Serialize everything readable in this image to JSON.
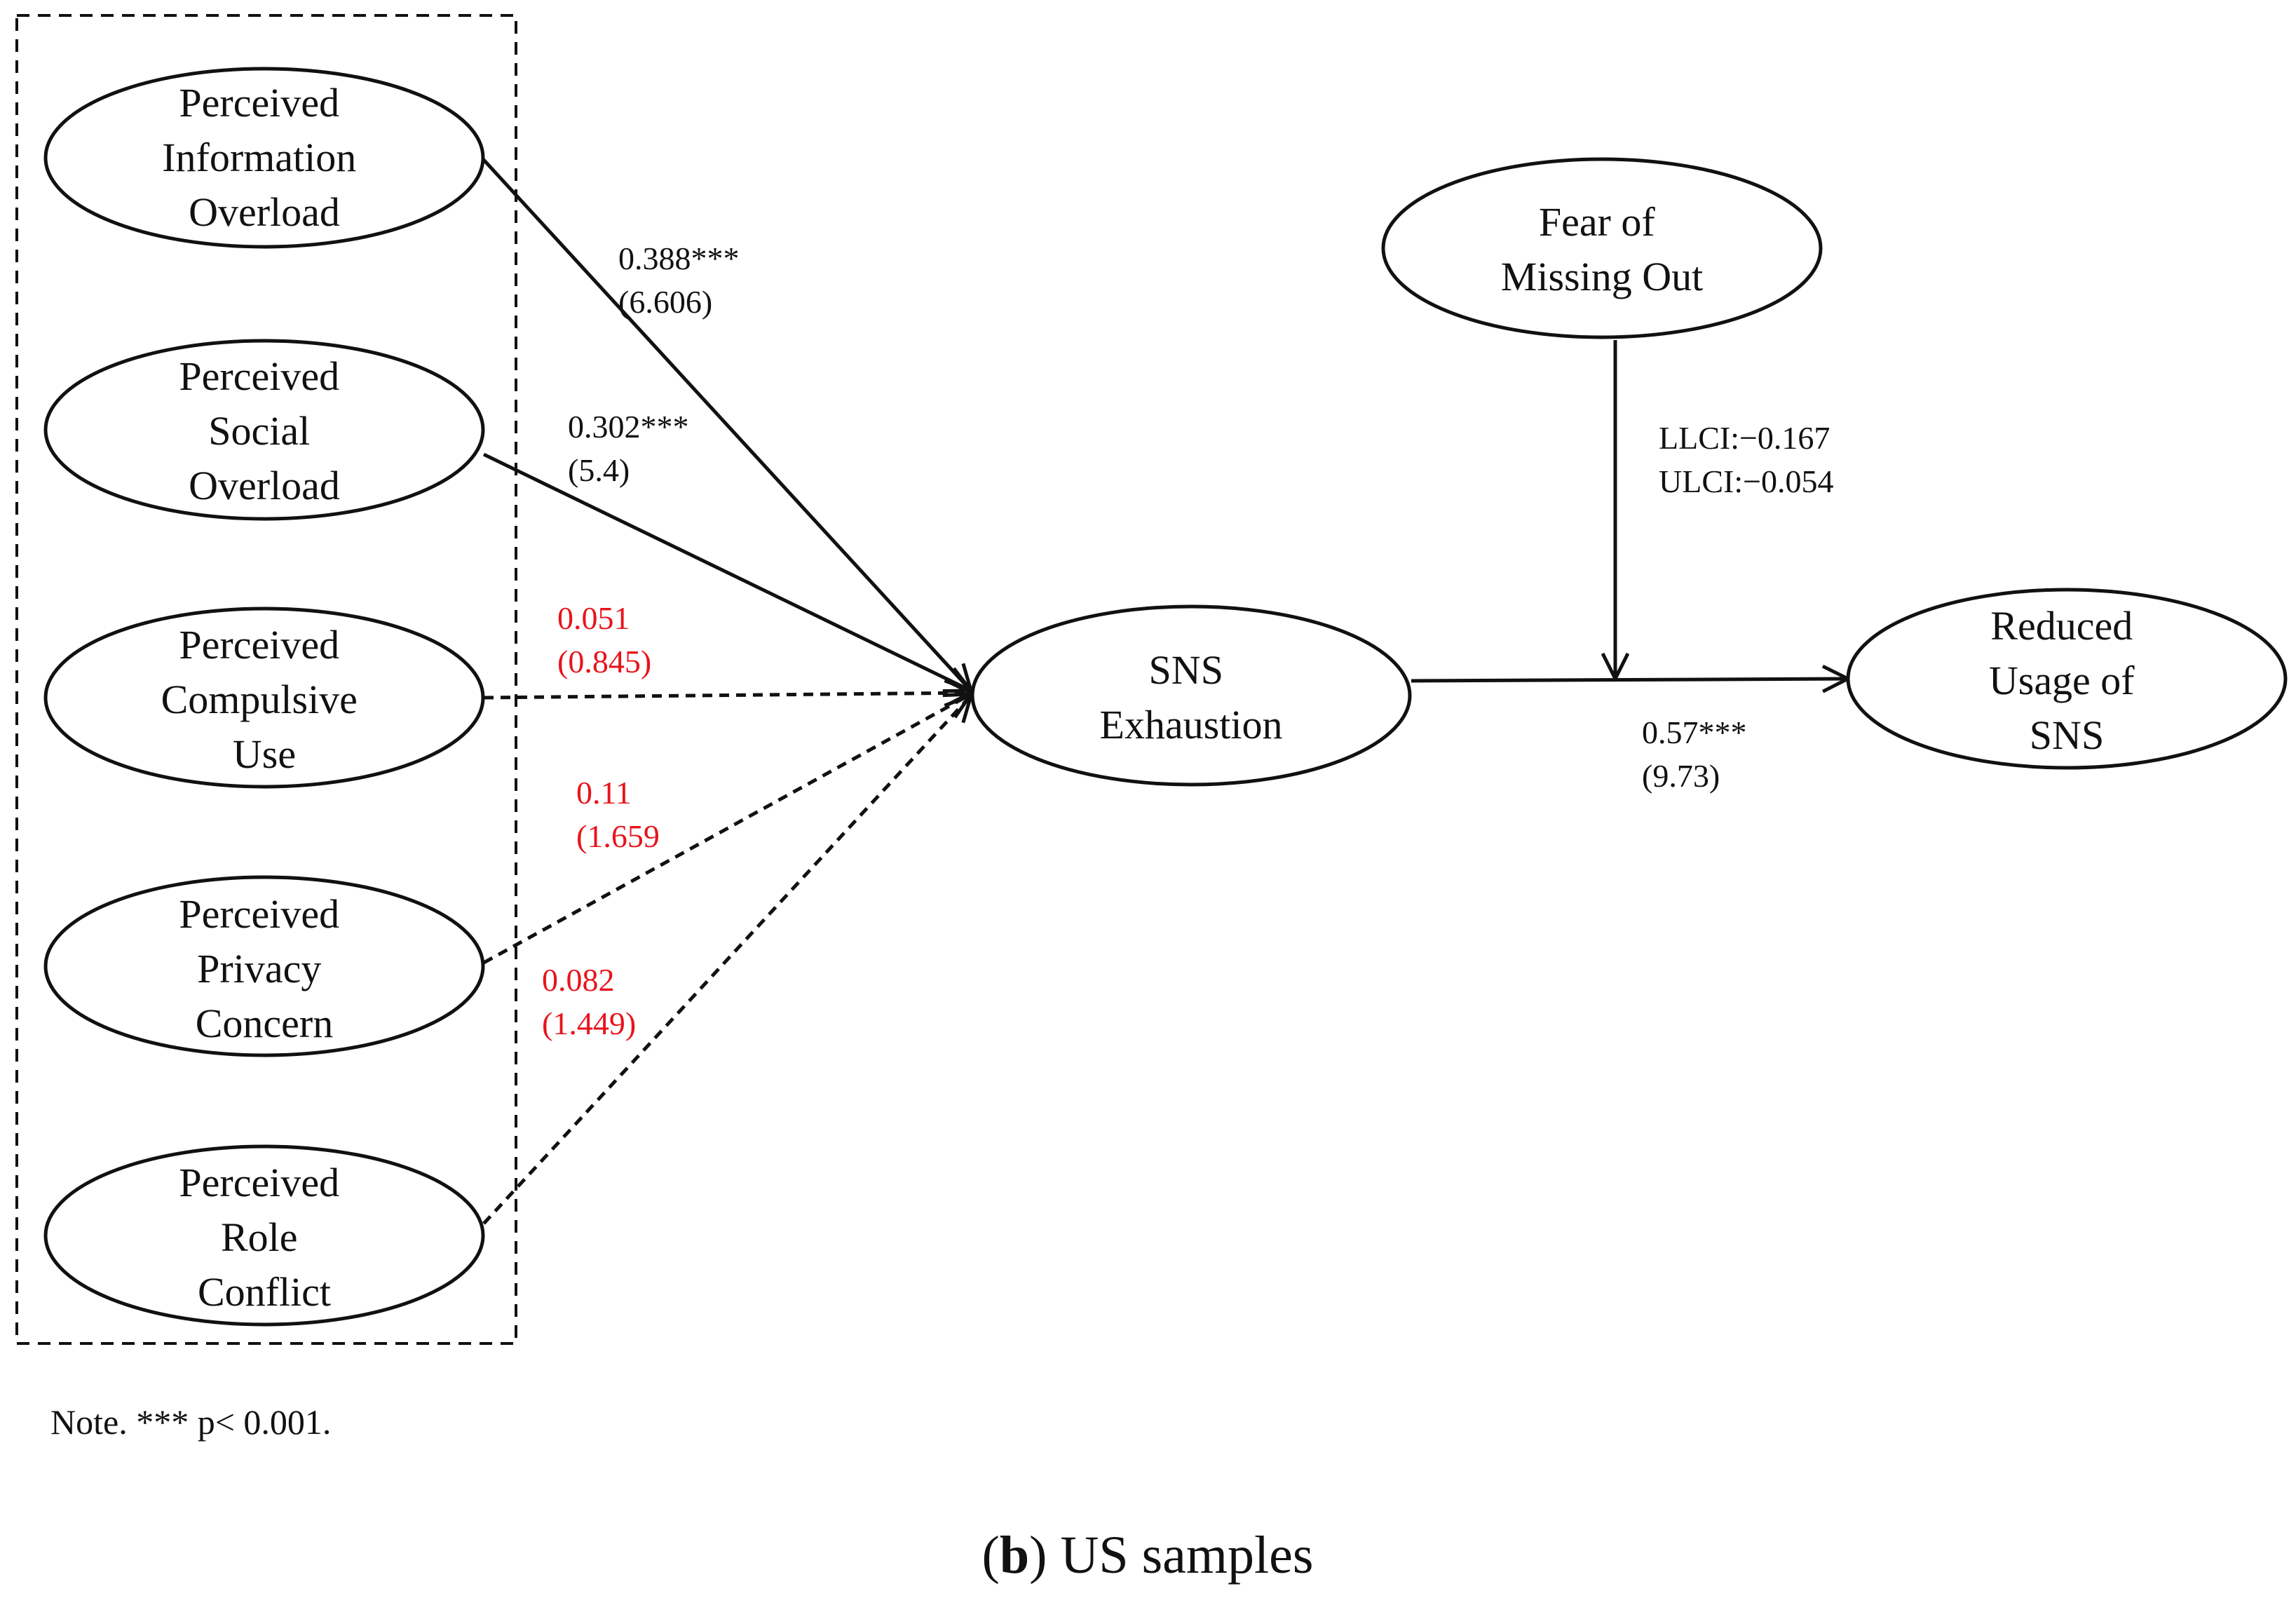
{
  "nodes": {
    "pio": [
      "Perceived",
      "Information",
      "Overload"
    ],
    "pso": [
      "Perceived",
      "Social",
      "Overload"
    ],
    "pcu": [
      "Perceived",
      "Compulsive",
      "Use"
    ],
    "ppc": [
      "Perceived",
      "Privacy",
      "Concern"
    ],
    "prc": [
      "Perceived",
      "Role",
      "Conflict"
    ],
    "exh": [
      "SNS",
      "Exhaustion"
    ],
    "fomo": [
      "Fear of",
      "Missing Out"
    ],
    "rus": [
      "Reduced",
      "Usage of",
      "SNS"
    ]
  },
  "paths": {
    "pio": [
      "0.388***",
      "(6.606)"
    ],
    "pso": [
      "0.302***",
      "(5.4)"
    ],
    "pcu": [
      "0.051",
      "(0.845)"
    ],
    "ppc": [
      "0.11",
      "(1.659"
    ],
    "prc": [
      "0.082",
      "(1.449)"
    ],
    "exh": [
      "0.57***",
      "(9.73)"
    ],
    "fomo": [
      "LLCI:−0.167",
      "ULCI:−0.054"
    ]
  },
  "colors": {
    "significant": "#111111",
    "nonsignificant": "#e8141c"
  },
  "note": "Note. *** p< 0.001.",
  "caption": {
    "label_open": "(",
    "label": "b",
    "label_close": ")",
    "text": " US samples"
  }
}
